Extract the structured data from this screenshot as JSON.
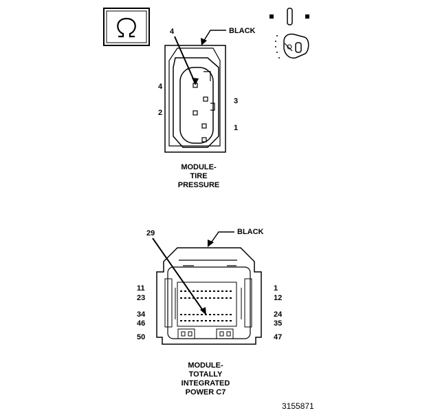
{
  "top_connector": {
    "color_label": "BLACK",
    "callout_pin": "4",
    "pin_labels": {
      "left_top": "4",
      "left_bottom": "2",
      "right_top": "3",
      "right_bottom": "1"
    },
    "caption": [
      "MODULE-",
      "TIRE",
      "PRESSURE"
    ]
  },
  "bottom_connector": {
    "color_label": "BLACK",
    "callout_pin": "29",
    "pin_labels": {
      "l1": "11",
      "l2": "23",
      "l3": "34",
      "l4": "46",
      "l5": "50",
      "r1": "1",
      "r2": "12",
      "r3": "24",
      "r4": "35",
      "r5": "47"
    },
    "caption": [
      "MODULE-",
      "TOTALLY",
      "INTEGRATED",
      "POWER C7"
    ]
  },
  "figure_id": "3155871",
  "icons": [
    "omega-symbol-icon",
    "key-fob-icon"
  ]
}
